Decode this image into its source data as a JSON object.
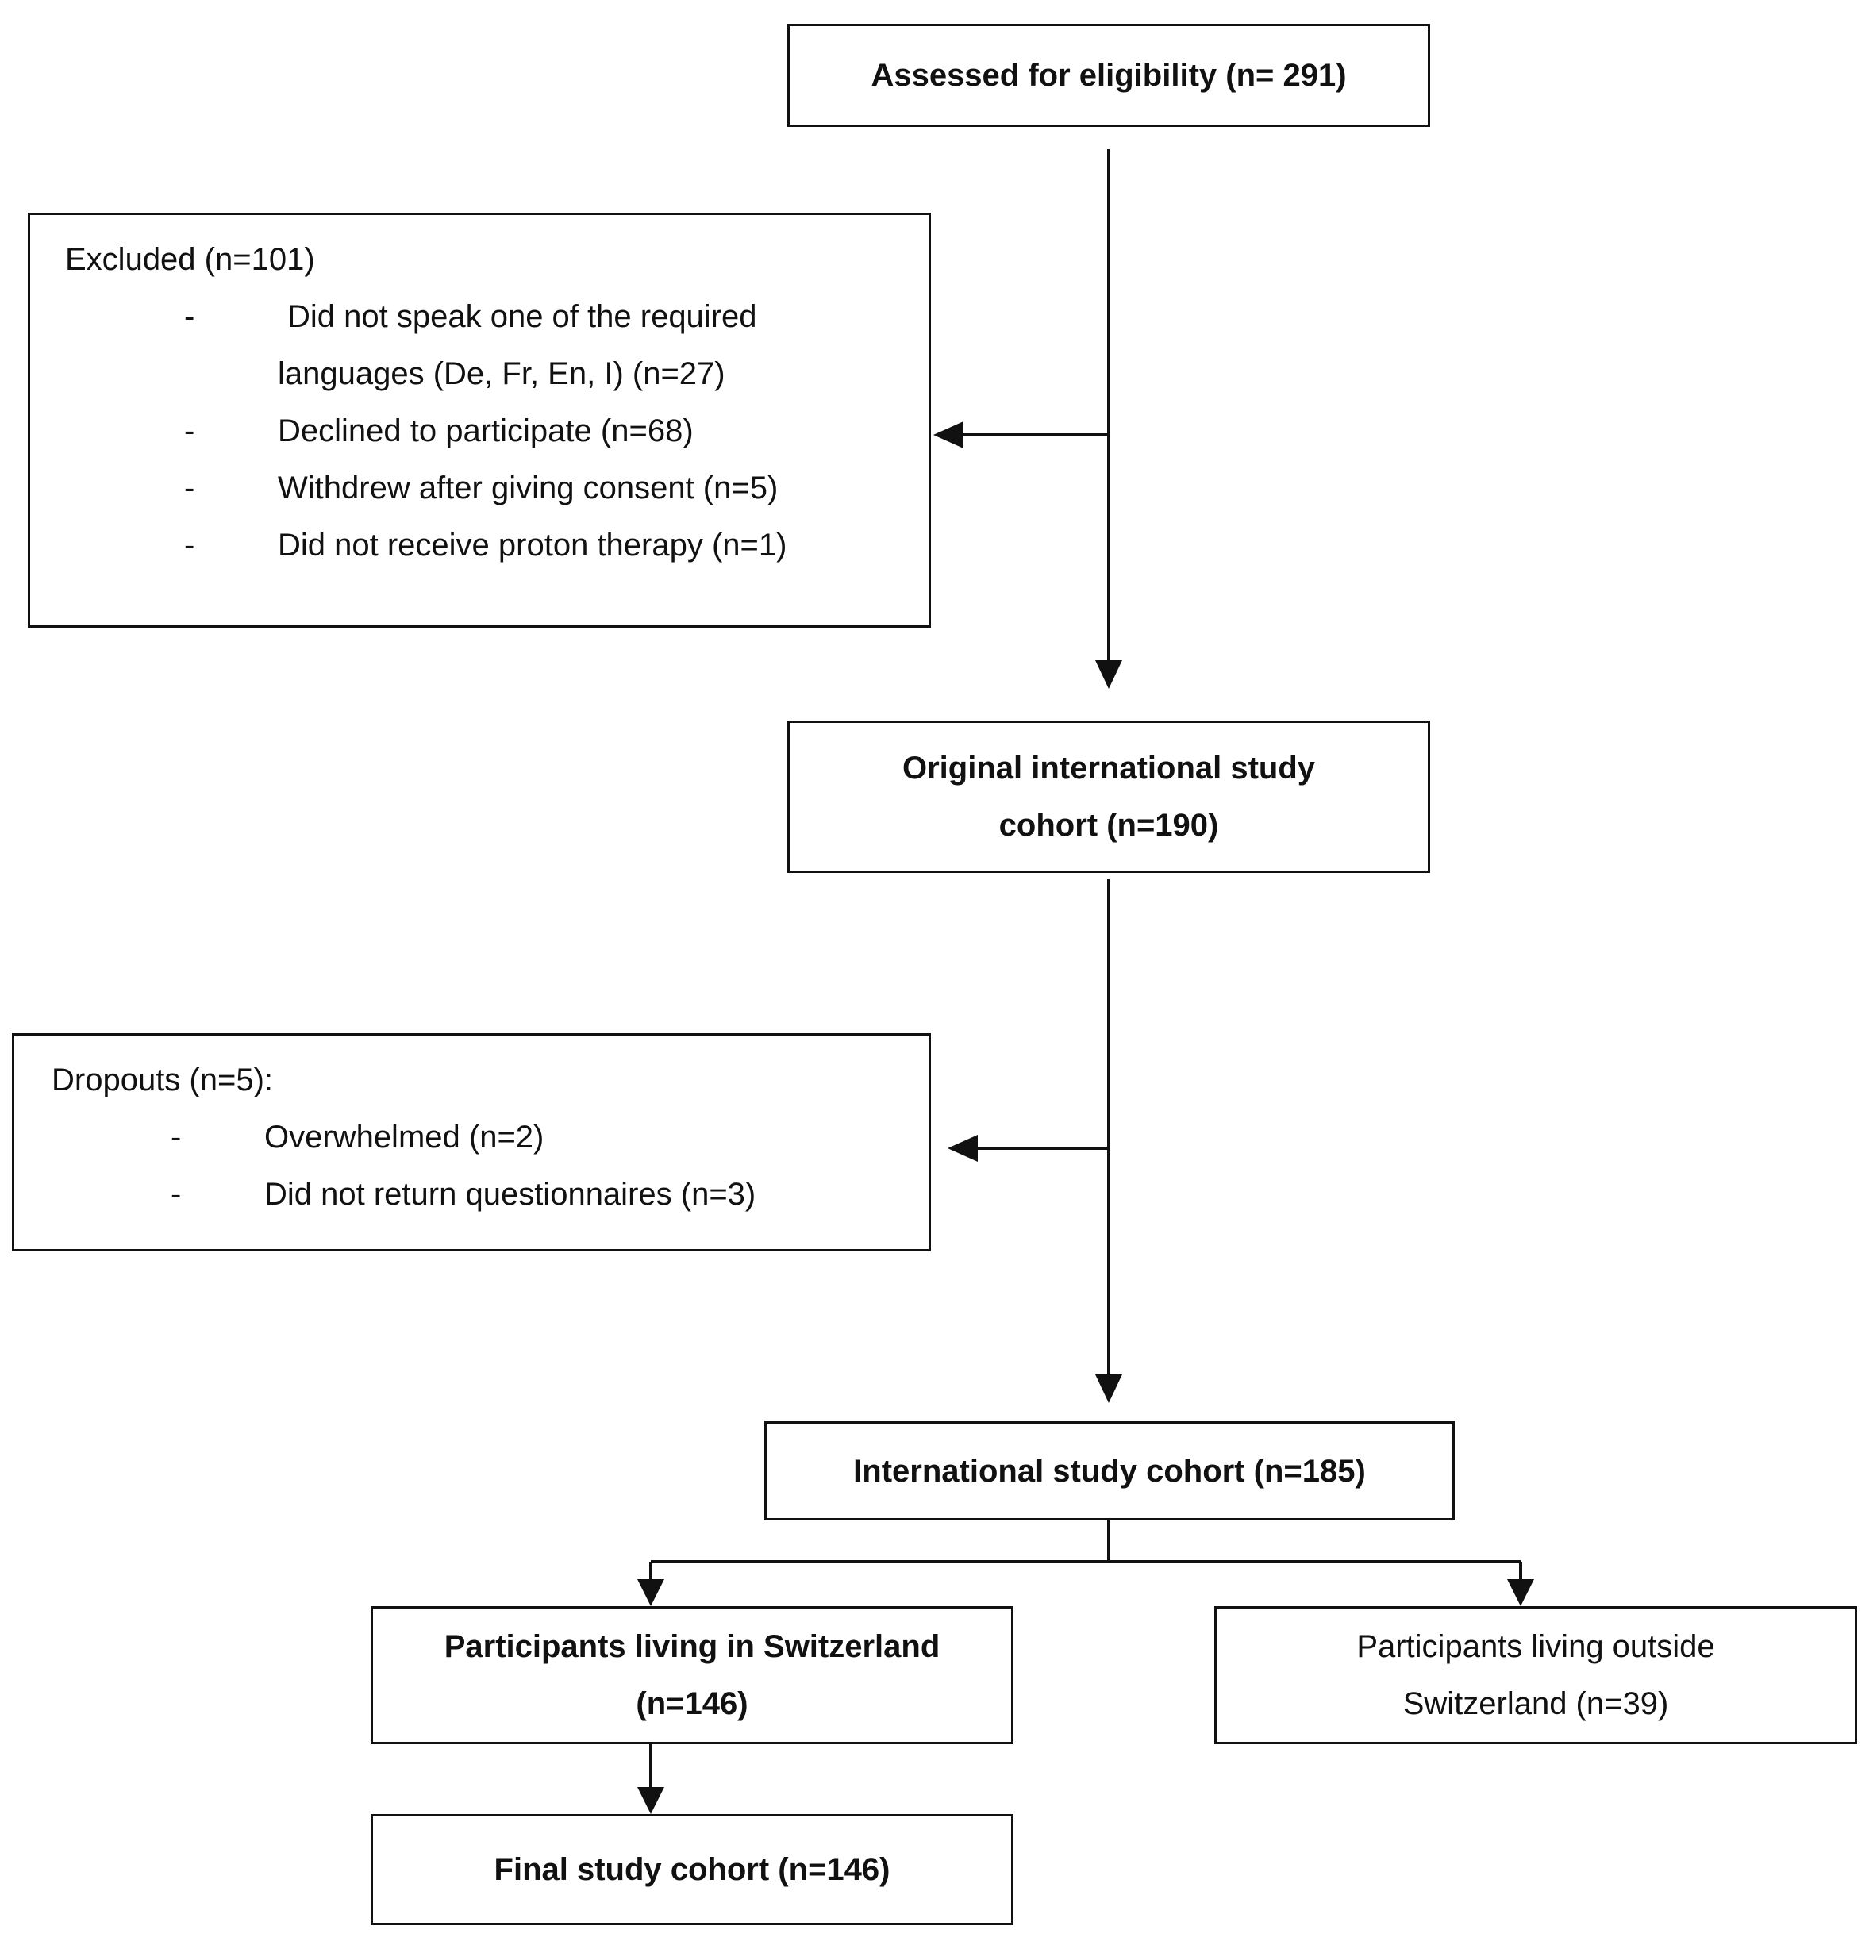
{
  "nodes": {
    "assessed": {
      "text": "Assessed for eligibility (n= 291)"
    },
    "excluded": {
      "title": "Excluded (n=101)",
      "items": [
        {
          "bullet": "-",
          "line1": "Did not speak one of the required",
          "line2": "languages (De, Fr, En, I) (n=27)"
        },
        {
          "bullet": "-",
          "line1": "Declined to participate (n=68)"
        },
        {
          "bullet": "-",
          "line1": "Withdrew after giving consent (n=5)"
        },
        {
          "bullet": "-",
          "line1": "Did not receive proton therapy (n=1)"
        }
      ]
    },
    "original": {
      "line1": "Original international study",
      "line2": "cohort (n=190)"
    },
    "dropouts": {
      "title": "Dropouts (n=5):",
      "items": [
        {
          "bullet": "-",
          "line1": "Overwhelmed (n=2)"
        },
        {
          "bullet": "-",
          "line1": "Did not return questionnaires (n=3)"
        }
      ]
    },
    "international": {
      "text": "International study cohort (n=185)"
    },
    "switzerland": {
      "line1": "Participants living in Switzerland",
      "line2": "(n=146)"
    },
    "outside": {
      "line1": "Participants living outside",
      "line2": "Switzerland (n=39)"
    },
    "final": {
      "text": "Final study cohort (n=146)"
    }
  }
}
